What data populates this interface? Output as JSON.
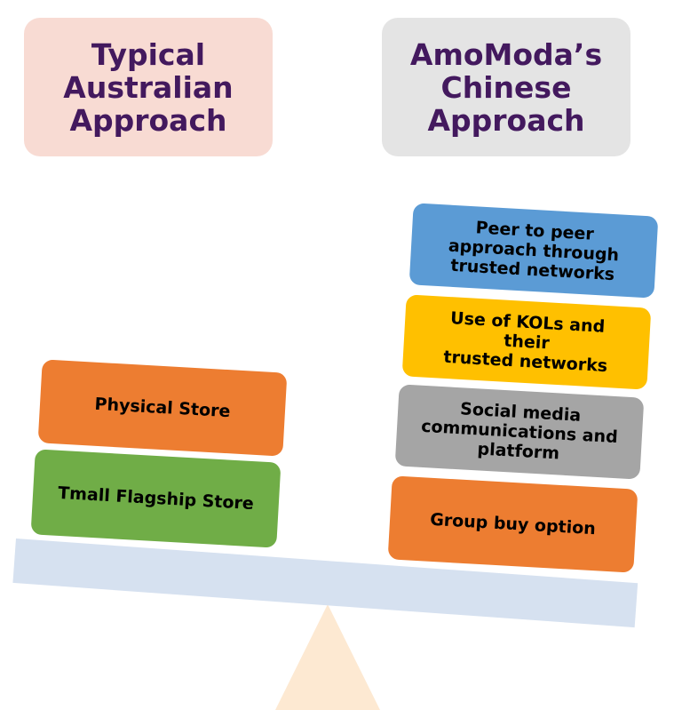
{
  "diagram": {
    "left_title": [
      "Typical",
      "Australian",
      "Approach"
    ],
    "right_title": [
      "AmoModa’s",
      "Chinese",
      "Approach"
    ],
    "left_blocks": [
      {
        "lines": [
          "Physical Store"
        ],
        "color": "#ed7d31"
      },
      {
        "lines": [
          "Tmall Flagship Store"
        ],
        "color": "#70ad47"
      }
    ],
    "right_blocks": [
      {
        "lines": [
          "Peer to peer",
          "approach through",
          "trusted networks"
        ],
        "color": "#5b9bd5"
      },
      {
        "lines": [
          "Use of KOLs and",
          "their",
          "trusted networks"
        ],
        "color": "#ffc000"
      },
      {
        "lines": [
          "Social media",
          "communications and",
          "platform"
        ],
        "color": "#a5a5a5"
      },
      {
        "lines": [
          "Group buy option"
        ],
        "color": "#ed7d31"
      }
    ],
    "colors": {
      "title_text": "#43195e",
      "left_header_bg": "#f8dbd3",
      "right_header_bg": "#e4e4e4",
      "beam": "#d6e1f0",
      "fulcrum": "#fde9d2"
    }
  }
}
